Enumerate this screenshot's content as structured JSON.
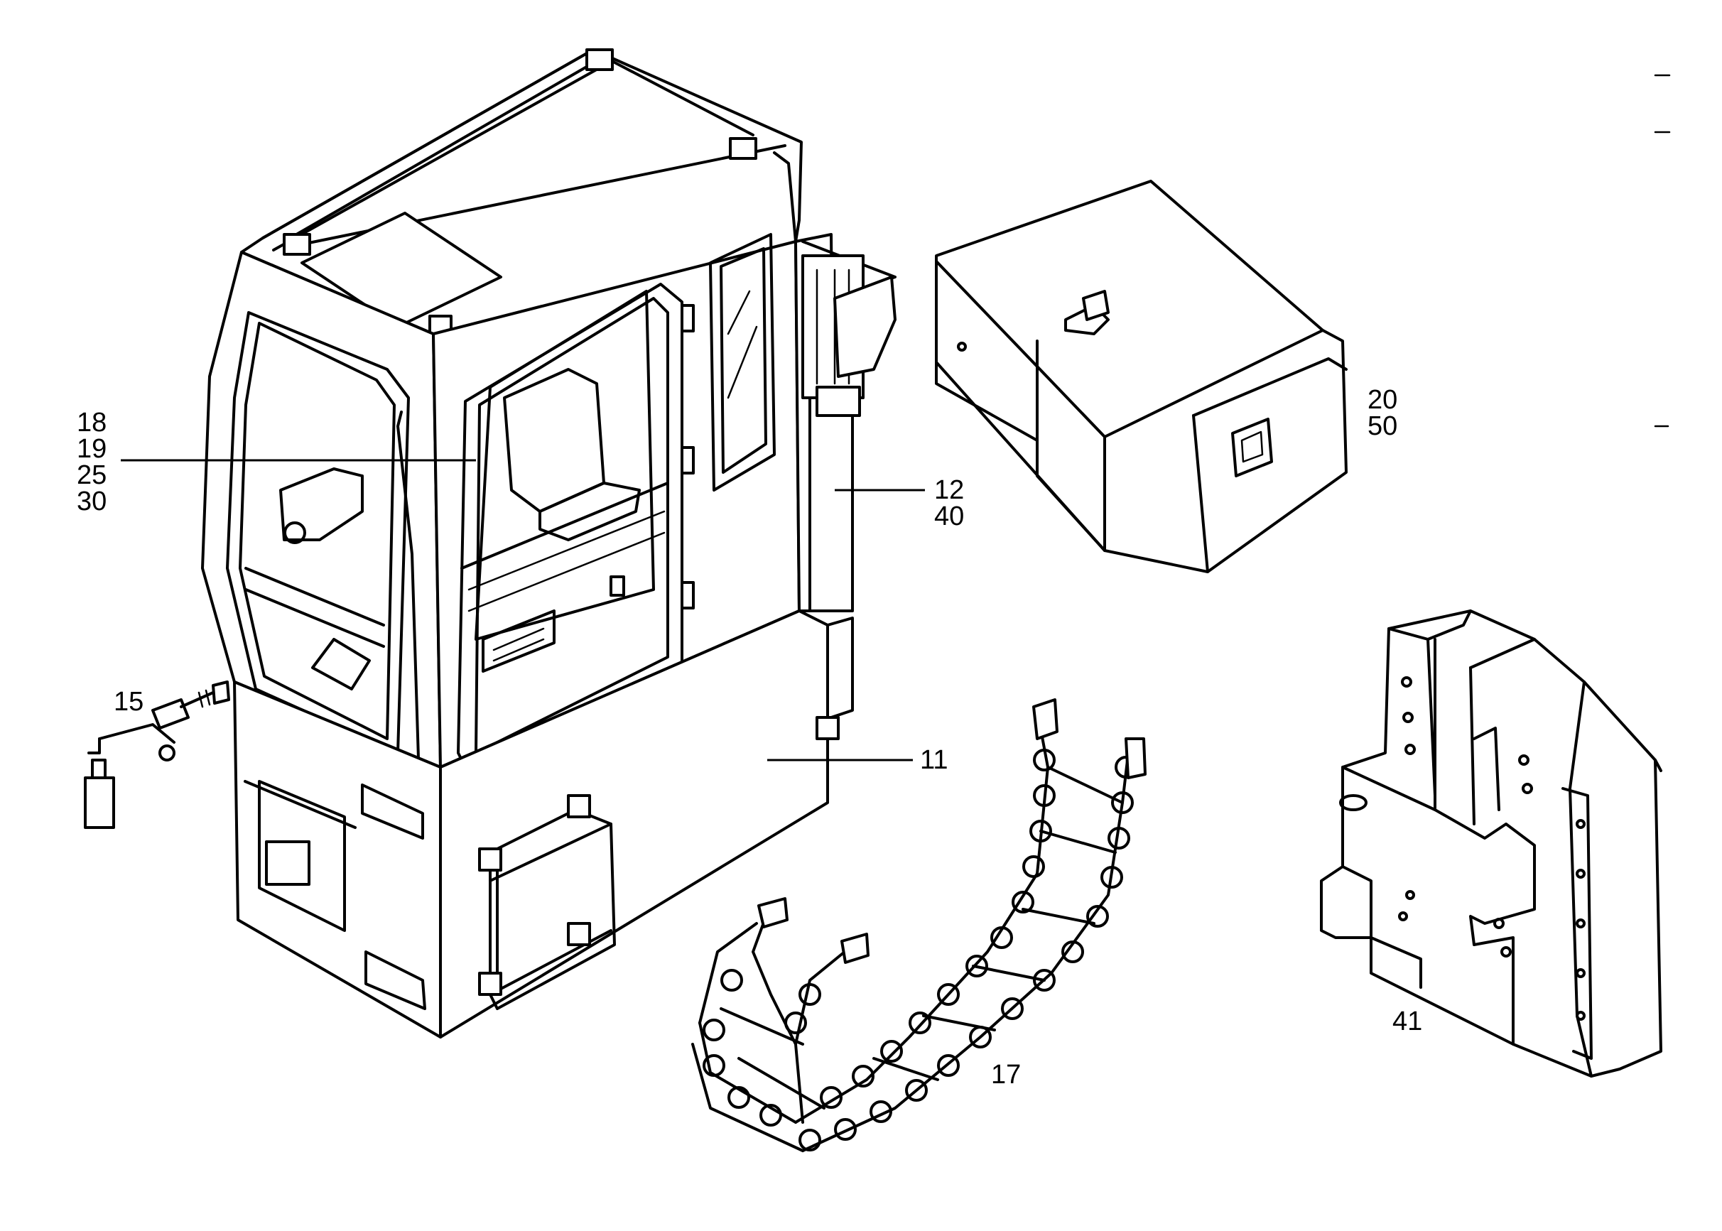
{
  "callouts": {
    "c18": "18",
    "c19": "19",
    "c25": "25",
    "c30": "30",
    "c20": "20",
    "c50": "50",
    "c12": "12",
    "c40": "40",
    "c15": "15",
    "c11": "11",
    "c17": "17",
    "c41": "41"
  },
  "parts": [
    "cab",
    "toolbox",
    "energy-chain",
    "counterweight",
    "fire-extinguisher"
  ]
}
